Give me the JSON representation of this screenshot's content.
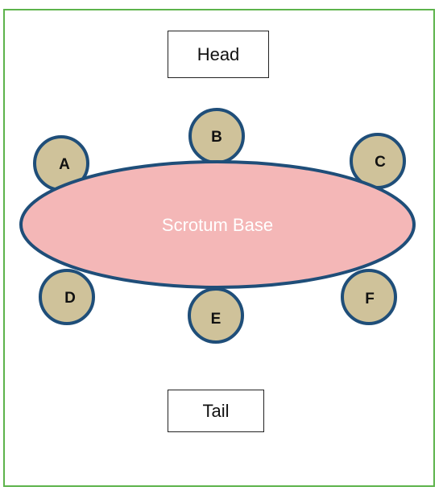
{
  "labels": {
    "head": "Head",
    "tail": "Tail",
    "base": "Scrotum Base"
  },
  "points": {
    "a": "A",
    "b": "B",
    "c": "C",
    "d": "D",
    "e": "E",
    "f": "F"
  },
  "colors": {
    "frame_border": "#5db34b",
    "ellipse_fill": "#f4b7b7",
    "outline": "#1f4e79",
    "point_fill": "#cfc29a",
    "base_text": "#ffffff"
  }
}
